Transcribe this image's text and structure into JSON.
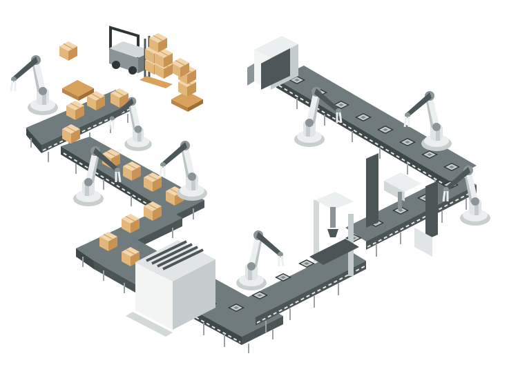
{
  "colors": {
    "background": "#ffffff",
    "belt_top": "#6f7b7c",
    "belt_side": "#4b5556",
    "belt_front": "#e6e9e9",
    "frame": "#c9cfcf",
    "robot_white": "#ecefef",
    "robot_grey": "#8b9597",
    "robot_dark": "#4d5759",
    "box_top": "#f3d6ab",
    "box_left": "#e3b67a",
    "box_right": "#c99353",
    "pallet": "#d9a25c",
    "tray": "#9ea8aa",
    "tray_dark": "#2e3537"
  },
  "objects": {
    "forklift": "forklift-with-boxes",
    "arms": "robotic-arm",
    "conveyors": "conveyor-belt",
    "stations": "packing-station"
  }
}
